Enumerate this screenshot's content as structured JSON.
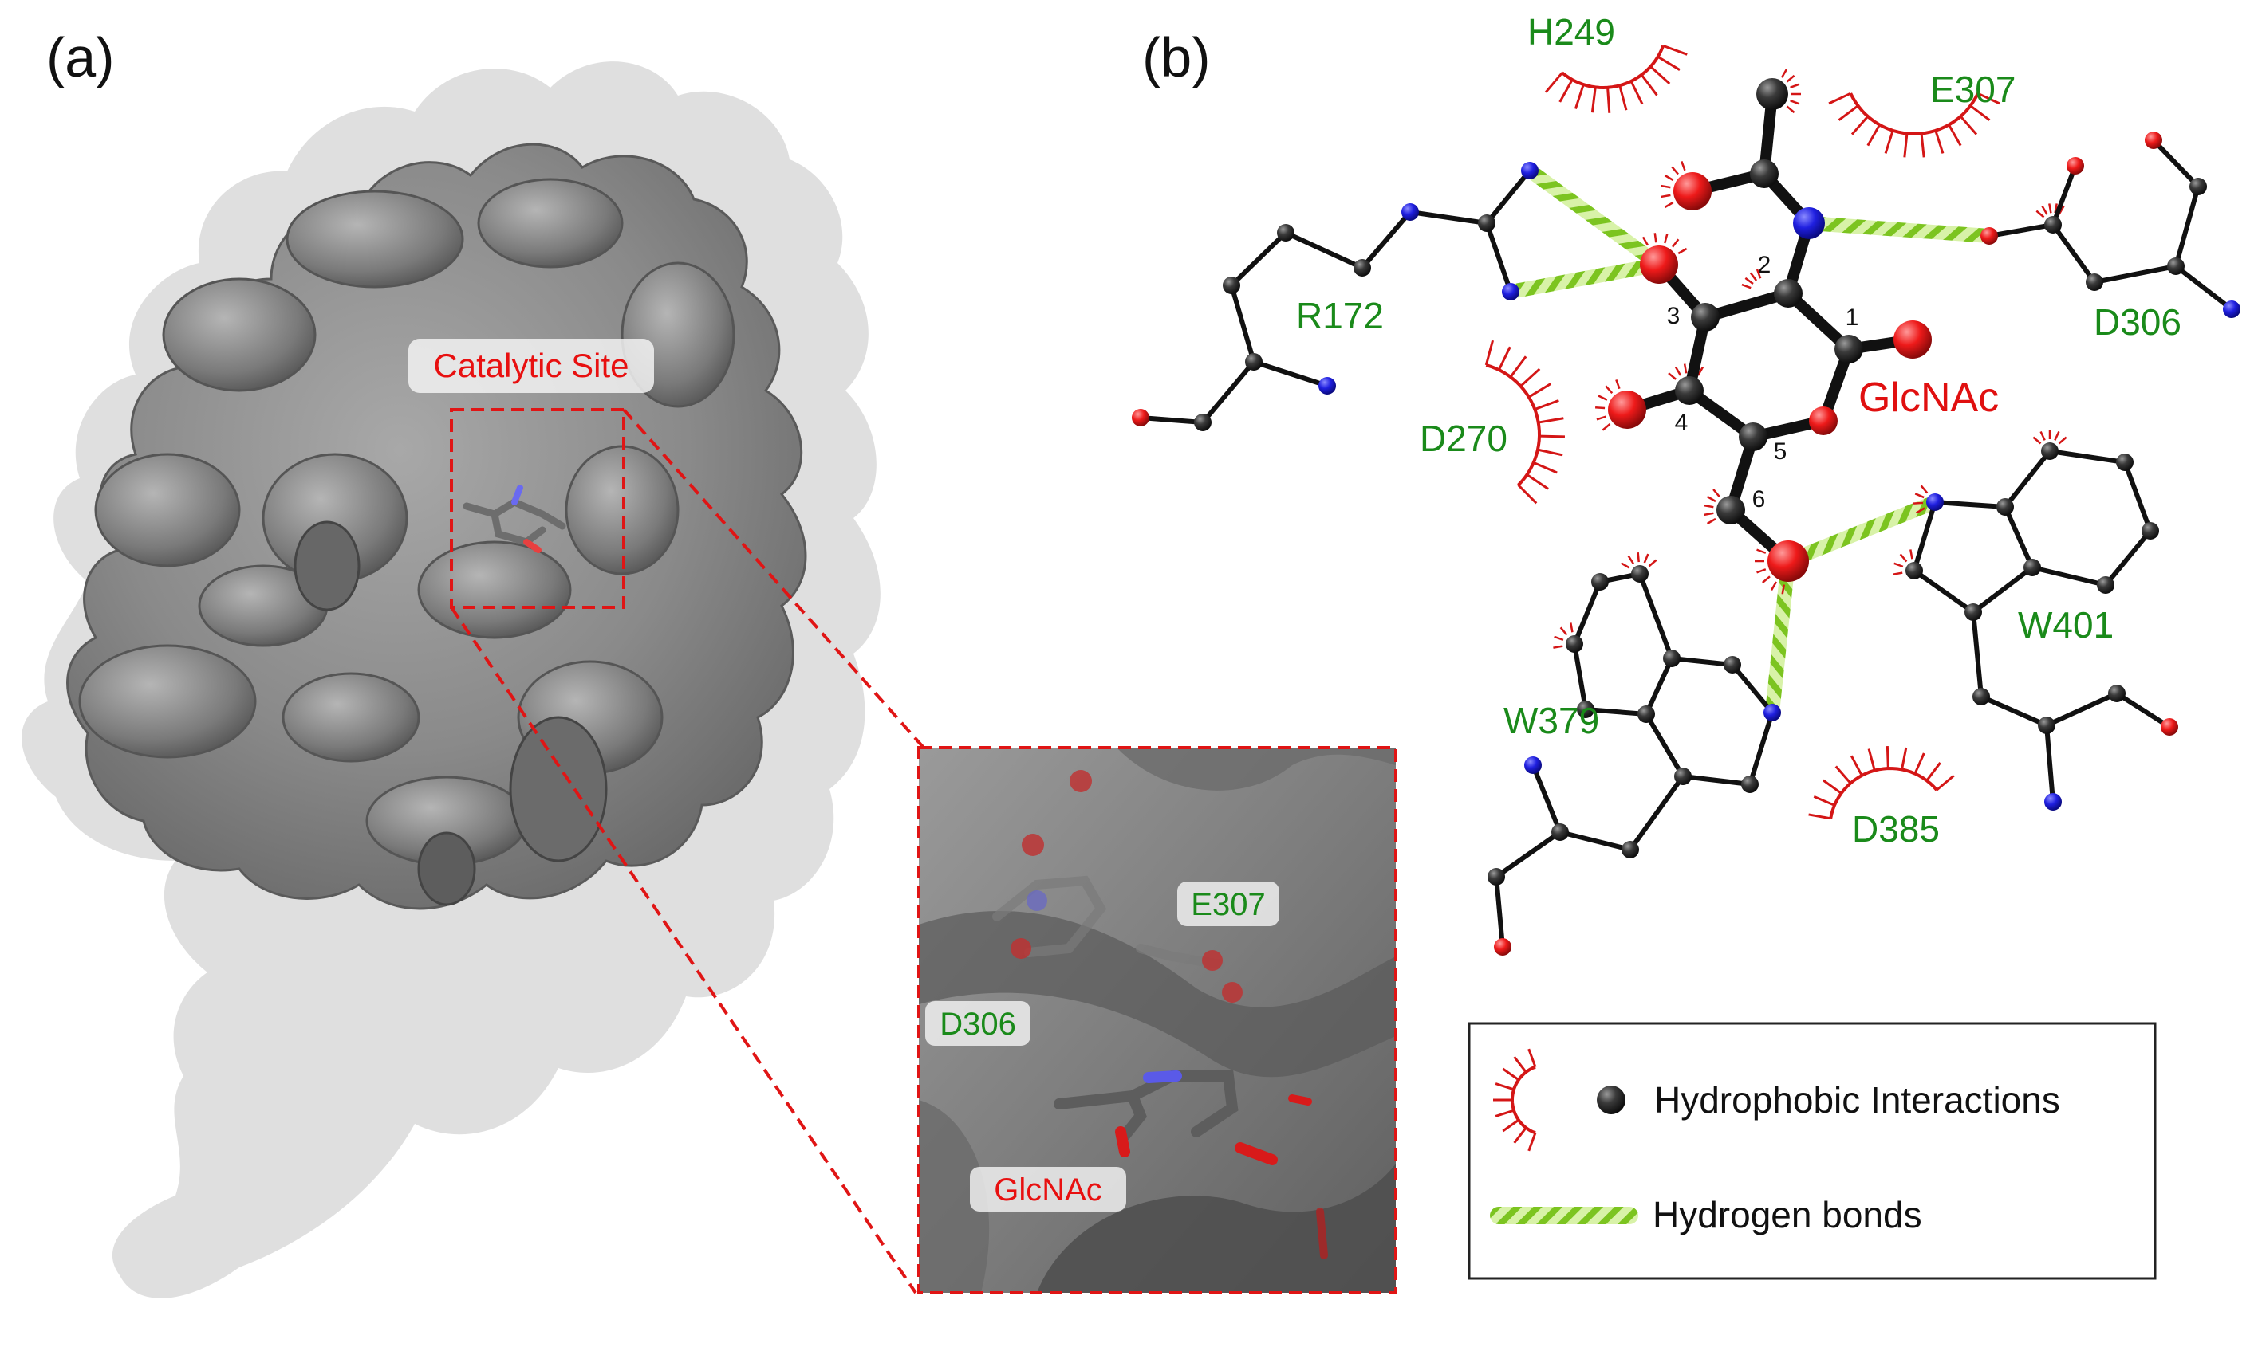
{
  "panel_a": {
    "label": "(a)",
    "site_label": "Catalytic Site",
    "inset_labels": [
      "E307",
      "D306",
      "GlcNAc"
    ]
  },
  "panel_b": {
    "label": "(b)",
    "ligand_name": "GlcNAc",
    "ring_numbers": [
      "1",
      "2",
      "3",
      "4",
      "5",
      "6"
    ],
    "residues": [
      "H249",
      "E307",
      "R172",
      "D306",
      "D270",
      "W401",
      "W379",
      "D385"
    ]
  },
  "legend": {
    "hydrophobic": "Hydrophobic Interactions",
    "hbond": "Hydrogen bonds"
  },
  "colors": {
    "residue_label": "#1a8a1a",
    "ligand_label": "#e01010",
    "nitrogen": "#1515e8",
    "oxygen": "#e81010",
    "carbon": "#2a2a2a",
    "hbond": "#8fd12f",
    "hydrophobic_arc": "#d41616"
  }
}
